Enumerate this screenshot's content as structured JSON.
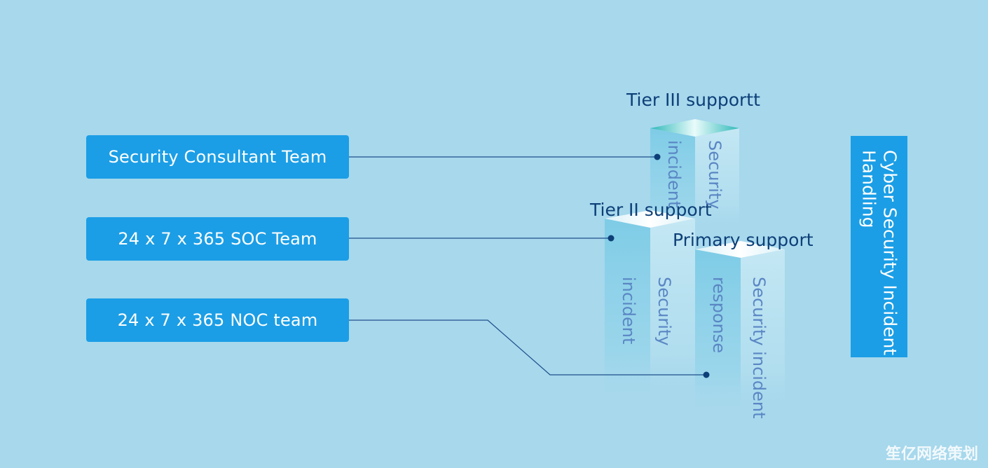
{
  "teams": [
    "Security Consultant Team",
    "24 x 7 x 365 SOC Team",
    "24 x 7 x 365 NOC team"
  ],
  "tiers": {
    "tier3": {
      "title": "Tier III supportt",
      "face_left": "incident",
      "face_right": "Security"
    },
    "tier2": {
      "title": "Tier II support",
      "face_left": "incident",
      "face_right": "Security"
    },
    "primary": {
      "title": "Primary support",
      "face_left": "response",
      "face_right": "Security incident"
    }
  },
  "side_label": "Cyber Security Incident Handling",
  "watermark": "笙亿网络策划",
  "colors": {
    "background": "#a7d8ec",
    "box": "#1b9ee6",
    "title_text": "#0d3f78",
    "connector": "#1f4f8a"
  }
}
